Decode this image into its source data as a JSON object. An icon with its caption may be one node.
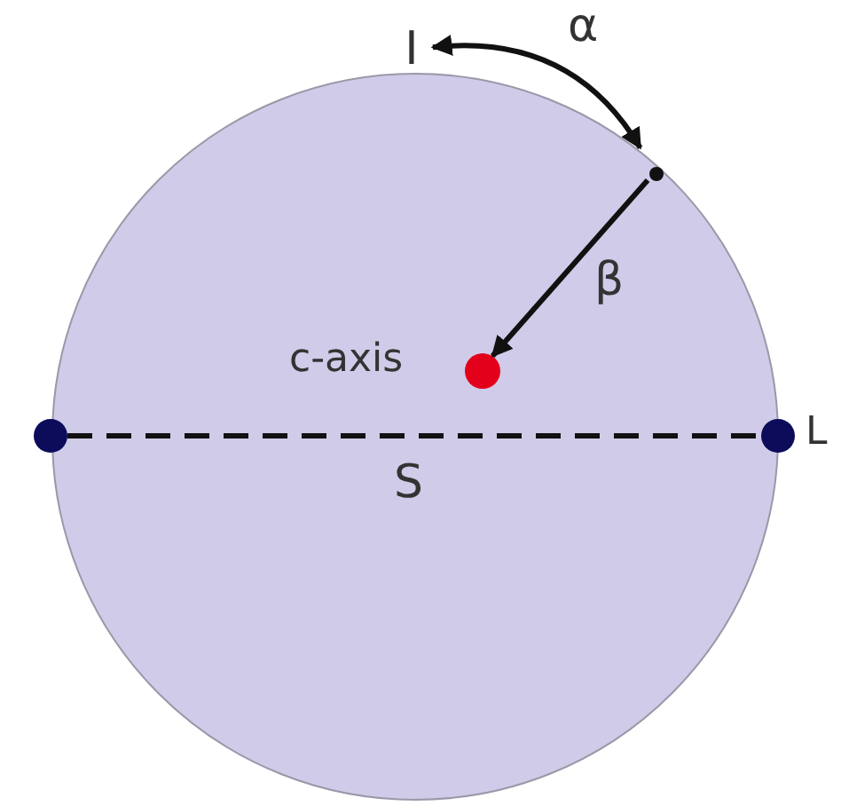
{
  "diagram": {
    "nodes": [
      {
        "text": [],
        "shape": "circle"
      },
      {
        "text": [],
        "shape": "circle",
        "in": 0,
        "beside": [
          "c-axis"
        ]
      },
      {
        "text": [],
        "shape": "circle",
        "in": 0
      },
      {
        "text": [],
        "shape": "circle"
      },
      {
        "text": [],
        "shape": "circle",
        "beside": [
          "L"
        ]
      },
      {
        "text": [
          "I"
        ]
      }
    ],
    "edges": [
      {
        "from": 5,
        "to": 2,
        "arrow": "both",
        "label": "α"
      },
      {
        "from": 2,
        "to": 1,
        "arrow": "to",
        "label": "β"
      },
      {
        "from": 3,
        "to": 4,
        "arrow": "none",
        "label": "S",
        "style": "dashed"
      }
    ]
  }
}
